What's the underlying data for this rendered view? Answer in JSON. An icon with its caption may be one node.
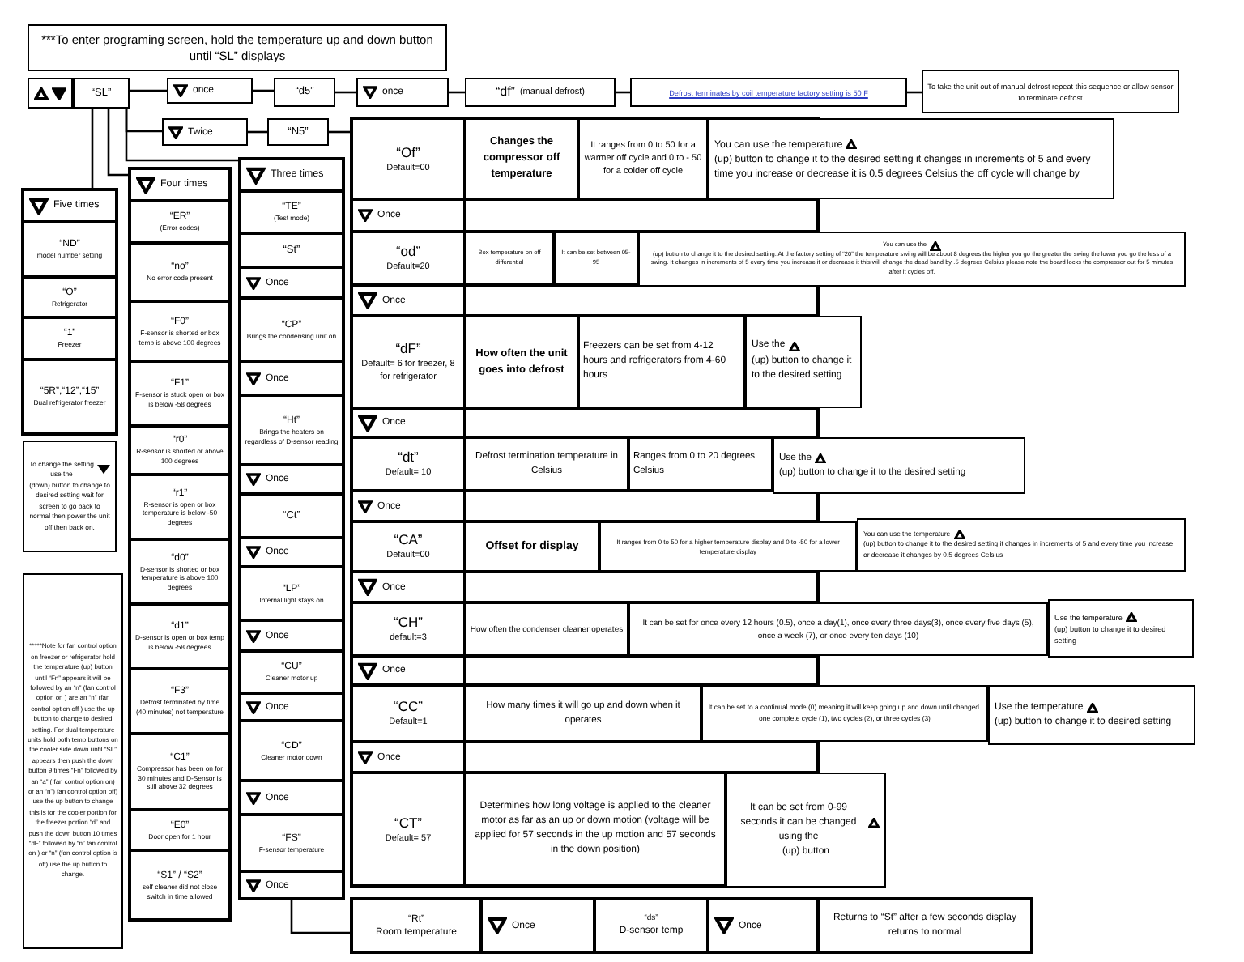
{
  "diagram": {
    "nodes": [
      {
        "text": [
          "***To enter programing screen, hold the temperature up and down button until “SL” displays"
        ]
      },
      {
        "text": [],
        "shape": "box"
      },
      {
        "text": [
          "“SL”"
        ]
      },
      {
        "text": [
          "once"
        ]
      },
      {
        "text": [
          "“d5”"
        ]
      },
      {
        "text": [
          "once"
        ]
      },
      {
        "text": [
          "“df”",
          "(manual defrost)"
        ]
      },
      {
        "text": [
          "Defrost terminates by coil temperature factory setting is 50 F"
        ]
      },
      {
        "text": [
          "To take the unit out of manual defrost repeat this sequence or allow sensor to terminate defrost"
        ]
      },
      {
        "text": [
          "Twice"
        ]
      },
      {
        "text": [
          "“N5”"
        ]
      },
      {
        "text": [
          "Five times"
        ]
      },
      {
        "text": [
          "“ND”",
          "model number setting"
        ]
      },
      {
        "text": [
          "“O”",
          "Refrigerator"
        ]
      },
      {
        "text": [
          "“1”",
          "Freezer"
        ]
      },
      {
        "text": [
          "“5R”,“12”,“15”",
          "Dual refrigerator freezer"
        ]
      },
      {
        "text": [
          "To change the setting use the",
          "(down) button to change to desired setting wait for screen to go back to normal then power the unit off then back on."
        ]
      },
      {
        "text": [
          "*****Note for fan control option on freezer or refrigerator hold the temperature (up) button until “Fn” appears it will be followed by an “n” (fan control option on ) are an “n” (fan control option off ) use the up button to change to desired setting. For dual temperature units hold both temp buttons on the cooler side down until “SL” appears then push the down button 9 times “Fn” followed by an “a” ( fan control option on) or an “n”) fan control option off) use the up button to change this is for the cooler portion for the freezer portion “d” and push the down button 10 times “dF” followed by “n” fan control on ) or “n” (fan control option is off) use the up button to change."
        ]
      },
      {
        "text": [
          "Four times"
        ]
      },
      {
        "text": [
          "“ER”",
          "(Error codes)"
        ]
      },
      {
        "text": [
          "“no”",
          "No error code present"
        ]
      },
      {
        "text": [
          "“F0”",
          "F-sensor is shorted or box temp is above 100 degrees"
        ]
      },
      {
        "text": [
          "“F1”",
          "F-sensor is stuck open or box is below -58 degrees"
        ]
      },
      {
        "text": [
          "“r0”",
          "R-sensor is shorted or above 100 degrees"
        ]
      },
      {
        "text": [
          "“r1”",
          "R-sensor is open or box temperature is below -50 degrees"
        ]
      },
      {
        "text": [
          "“d0”",
          "D-sensor is shorted or box temperature is above 100 degrees"
        ]
      },
      {
        "text": [
          "“d1”",
          "D-sensor is open or box temp is below -58 degrees"
        ]
      },
      {
        "text": [
          "“F3”",
          "Defrost terminated by time (40 minutes) not temperature"
        ]
      },
      {
        "text": [
          "“C1”",
          "Compressor has been on for 30 minutes and D-Sensor is still above 32 degrees"
        ]
      },
      {
        "text": [
          "“E0”",
          "Door open for 1 hour"
        ]
      },
      {
        "text": [
          "“S1” / “S2”",
          "self cleaner did not close switch in time allowed"
        ]
      },
      {
        "text": [
          "Three times"
        ]
      },
      {
        "text": [
          "“TE”",
          "(Test mode)"
        ]
      },
      {
        "text": [
          "“St”"
        ]
      },
      {
        "text": [
          "Once"
        ]
      },
      {
        "text": [
          "“CP”",
          "Brings the condensing unit on"
        ]
      },
      {
        "text": [
          "Once"
        ]
      },
      {
        "text": [
          "“Ht”",
          "Brings the heaters on regardless of D-sensor reading"
        ]
      },
      {
        "text": [
          "Once"
        ]
      },
      {
        "text": [
          "“Ct”"
        ]
      },
      {
        "text": [
          "Once"
        ]
      },
      {
        "text": [
          "“LP”",
          "Internal light stays on"
        ]
      },
      {
        "text": [
          "Once"
        ]
      },
      {
        "text": [
          "“CU”",
          "Cleaner motor up"
        ]
      },
      {
        "text": [
          "Once"
        ]
      },
      {
        "text": [
          "“CD”",
          "Cleaner motor down"
        ]
      },
      {
        "text": [
          "Once"
        ]
      },
      {
        "text": [
          "“FS”",
          "F-sensor temperature"
        ]
      },
      {
        "text": [
          "Once"
        ]
      },
      {
        "text": [
          "“Of”",
          "Default=00"
        ]
      },
      {
        "text": [
          "Changes the compressor off temperature"
        ]
      },
      {
        "text": [
          "It ranges from 0 to 50 for a warmer off cycle and 0 to - 50 for a colder off cycle"
        ]
      },
      {
        "text": [
          "You can use the temperature",
          "(up) button to change it to the desired setting it changes in increments of 5 and every time you increase or decrease it is 0.5 degrees Celsius the off cycle will change by"
        ]
      },
      {
        "text": [
          "Once"
        ]
      },
      {
        "text": [
          "“od”",
          "Default=20"
        ]
      },
      {
        "text": [
          "Box temperature on off differential"
        ]
      },
      {
        "text": [
          "It can be set between 05-95"
        ]
      },
      {
        "text": [
          "You can use the",
          "(up) button to change it to the desired setting. At the factory setting of “20” the temperature swing will be about 8 degrees the higher you go the greater the swing the lower you go the less of a swing. It changes in increments of 5 every time you increase it or decrease it this will change the dead band by .5 degrees Celsius please note the board locks the compressor out for 5 minutes after it cycles off."
        ]
      },
      {
        "text": [
          "Once"
        ]
      },
      {
        "text": [
          "“dF”",
          "Default= 6 for freezer, 8 for refrigerator"
        ]
      },
      {
        "text": [
          "How often the unit goes into defrost"
        ]
      },
      {
        "text": [
          "Freezers can be set from 4-12 hours and refrigerators from 4-60 hours"
        ]
      },
      {
        "text": [
          "Use the",
          "(up) button to change it to the desired setting"
        ]
      },
      {
        "text": [
          "Once"
        ]
      },
      {
        "text": [
          "“dt”",
          "Default= 10"
        ]
      },
      {
        "text": [
          "Defrost termination temperature in Celsius"
        ]
      },
      {
        "text": [
          "Ranges from 0 to 20 degrees Celsius"
        ]
      },
      {
        "text": [
          "Use the",
          "(up) button to change it to the desired setting"
        ]
      },
      {
        "text": [
          "Once"
        ]
      },
      {
        "text": [
          "“CA”",
          "Default=00"
        ]
      },
      {
        "text": [
          "Offset for display"
        ]
      },
      {
        "text": [
          "It ranges from 0 to 50 for a higher temperature display and 0 to -50 for a lower temperature display"
        ]
      },
      {
        "text": [
          "You can use the temperature",
          "(up) button to change it to the desired setting it changes in increments of 5 and every time you increase or decrease it changes by 0.5 degrees Celsius"
        ]
      },
      {
        "text": [
          "Once"
        ]
      },
      {
        "text": [
          "“CH”",
          "default=3"
        ]
      },
      {
        "text": [
          "How often the condenser cleaner operates"
        ]
      },
      {
        "text": [
          "It can be set for once every 12 hours (0.5), once a day(1), once every three days(3), once every five days (5), once a week (7), or once every ten days (10)"
        ]
      },
      {
        "text": [
          "Use the temperature",
          "(up) button to change it to desired setting"
        ]
      },
      {
        "text": [
          "Once"
        ]
      },
      {
        "text": [
          "“CC”",
          "Default=1"
        ]
      },
      {
        "text": [
          "How many times it will go up and down when it operates"
        ]
      },
      {
        "text": [
          "It can be set to a continual mode (0) meaning it will keep going up and down until changed. one complete cycle (1), two cycles (2), or three cycles (3)"
        ]
      },
      {
        "text": [
          "Use the temperature",
          "(up) button to change it to desired setting"
        ]
      },
      {
        "text": [
          "Once"
        ]
      },
      {
        "text": [
          "“CT”",
          "Default= 57"
        ]
      },
      {
        "text": [
          "Determines how long voltage is applied to the cleaner motor as far as an up or down motion (voltage will be applied for 57 seconds in the up motion and 57 seconds in the down position)"
        ]
      },
      {
        "text": [
          "It can be set from 0-99 seconds it can be changed using the",
          "(up) button"
        ]
      },
      {
        "text": [
          "“Rt”",
          "Room temperature"
        ]
      },
      {
        "text": [
          "Once"
        ]
      },
      {
        "text": [
          "“ds”",
          "D-sensor temp"
        ]
      },
      {
        "text": [
          "Once"
        ]
      },
      {
        "text": [
          "Returns to “St” after a few seconds display returns to normal"
        ]
      }
    ],
    "edges": [
      {
        "from": 2,
        "to": 3,
        "arrow": "none"
      },
      {
        "from": 3,
        "to": 4,
        "arrow": "none"
      },
      {
        "from": 4,
        "to": 5,
        "arrow": "none"
      },
      {
        "from": 5,
        "to": 6,
        "arrow": "none"
      },
      {
        "from": 6,
        "to": 7,
        "arrow": "none"
      },
      {
        "from": 7,
        "to": 8,
        "arrow": "none"
      },
      {
        "from": 2,
        "to": 9,
        "arrow": "none"
      },
      {
        "from": 9,
        "to": 10,
        "arrow": "none"
      },
      {
        "from": 10,
        "to": 49,
        "arrow": "none"
      },
      {
        "from": 2,
        "to": 11,
        "arrow": "none"
      },
      {
        "from": 2,
        "to": 18,
        "arrow": "none"
      },
      {
        "from": 2,
        "to": 31,
        "arrow": "none"
      },
      {
        "from": 48,
        "to": 87,
        "arrow": "none"
      }
    ]
  }
}
